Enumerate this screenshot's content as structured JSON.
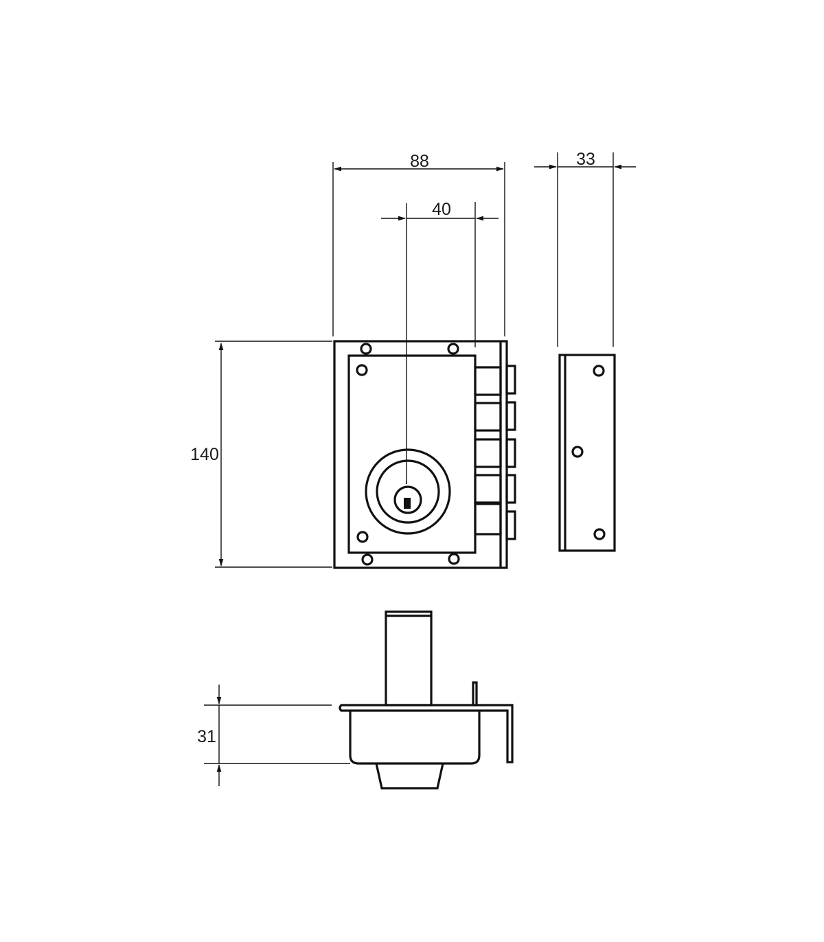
{
  "drawing": {
    "title_views": [
      "front-view",
      "side-view",
      "bottom-view"
    ],
    "dimensions": {
      "width": "88",
      "cylinder_offset": "40",
      "depth": "33",
      "height": "140",
      "body_thickness": "31"
    },
    "bolt_count": 5,
    "colors": {
      "line": "#111111",
      "background": "#ffffff"
    }
  }
}
